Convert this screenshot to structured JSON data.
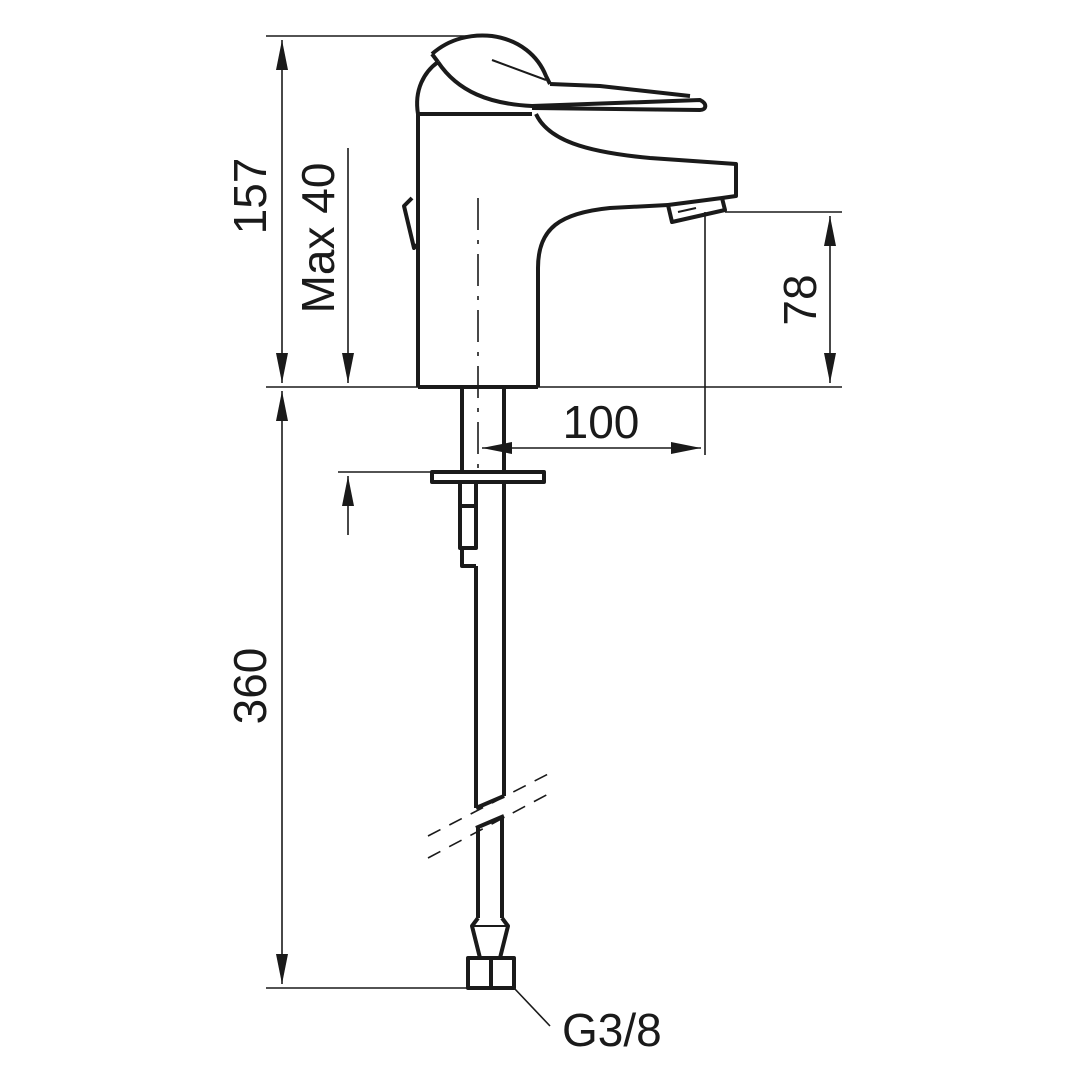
{
  "drawing": {
    "dimensions": {
      "overall_height": "157",
      "max_counter_thickness": "Max 40",
      "spout_height": "78",
      "spout_reach": "100",
      "hose_length": "360",
      "connection_thread": "G3/8"
    },
    "colors": {
      "line": "#1a1a1a",
      "background": "#ffffff"
    }
  }
}
